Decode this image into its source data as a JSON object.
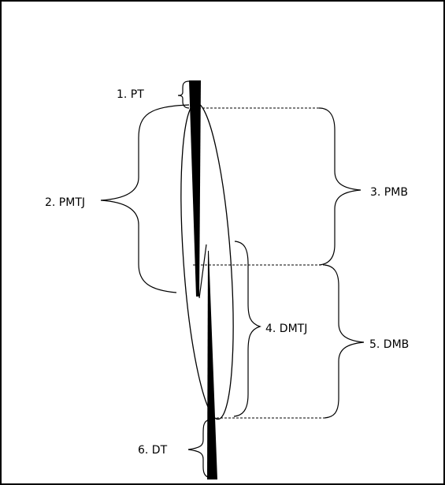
{
  "labels": {
    "pt": "1. PT",
    "pmtj": "2. PMTJ",
    "pmb": "3. PMB",
    "dmtj": "4. DMTJ",
    "dmb": "5. DMB",
    "dt": "6. DT"
  },
  "colors": {
    "ink": "#000000",
    "background": "#ffffff"
  }
}
